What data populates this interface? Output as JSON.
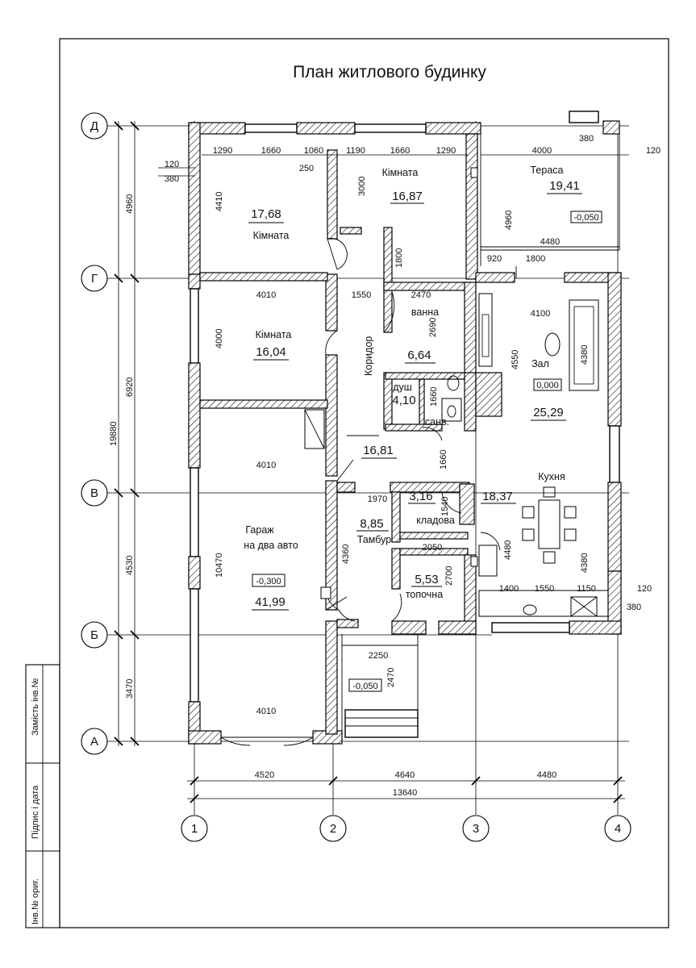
{
  "title": "План житлового будинку",
  "axes": {
    "rows": [
      "Д",
      "Г",
      "В",
      "Б",
      "А"
    ],
    "cols": [
      "1",
      "2",
      "3",
      "4"
    ]
  },
  "rooms": [
    {
      "id": "r1",
      "name": "Кімната",
      "area": "17,68"
    },
    {
      "id": "r2",
      "name": "Кімната",
      "area": "16,87"
    },
    {
      "id": "terrace",
      "name": "Тераса",
      "area": "19,41",
      "level": "-0,050"
    },
    {
      "id": "r3",
      "name": "Кімната",
      "area": "16,04"
    },
    {
      "id": "bath",
      "name": "ванна",
      "area": "6,64"
    },
    {
      "id": "shower",
      "name": "душ",
      "area": "4,10"
    },
    {
      "id": "wc",
      "name": "санв."
    },
    {
      "id": "hall",
      "name": "Зал",
      "area": "25,29",
      "level": "0,000"
    },
    {
      "id": "corridor",
      "name": "Коридор",
      "area": "16,81"
    },
    {
      "id": "pantry",
      "name": "кладова",
      "area": "3,16"
    },
    {
      "id": "kitchen",
      "name": "Кухня",
      "area": "18,37"
    },
    {
      "id": "tambour",
      "name": "Тамбур",
      "area": "8,85"
    },
    {
      "id": "boiler",
      "name": "топочна",
      "area": "5,53"
    },
    {
      "id": "garage",
      "name": "Гараж\nна два авто",
      "name_lines": [
        "Гараж",
        "на два авто"
      ],
      "area": "41,99",
      "level": "-0,300"
    },
    {
      "id": "porch",
      "level": "-0,050"
    }
  ],
  "dims": {
    "top_row": [
      "120",
      "380",
      "1290",
      "1660",
      "1060",
      "250",
      "1190",
      "1660",
      "1290",
      "4000",
      "380",
      "120"
    ],
    "interior": [
      "4410",
      "3000",
      "4960",
      "4480",
      "1800",
      "920",
      "1800",
      "4010",
      "1550",
      "2470",
      "4100",
      "2690",
      "4000",
      "4550",
      "4380",
      "1660",
      "1660",
      "4010",
      "1970",
      "1540",
      "4480",
      "2050",
      "2700",
      "10470",
      "4360",
      "4380",
      "1400",
      "1550",
      "1150",
      "120",
      "380",
      "2250",
      "2470",
      "4010"
    ],
    "left_chain": [
      "4960",
      "6920",
      "4530",
      "3470"
    ],
    "left_total": "19880",
    "bottom_chain": [
      "4520",
      "4640",
      "4480"
    ],
    "bottom_total": "13640"
  },
  "stamp": {
    "replaces": "Замість інв.№",
    "signature_date": "Підпис і дата",
    "original": "Інв.№ ориг."
  }
}
